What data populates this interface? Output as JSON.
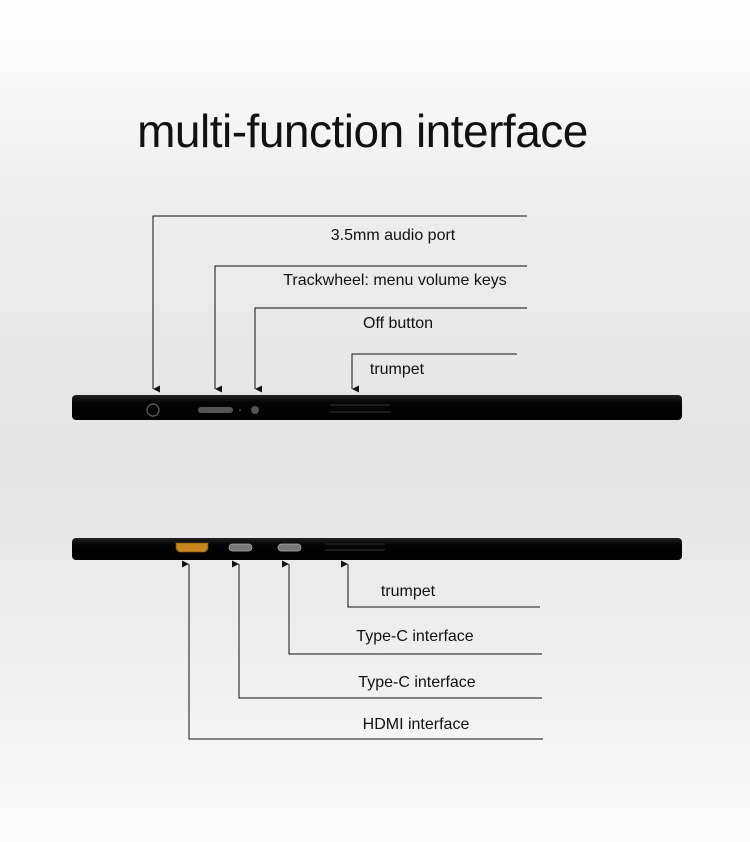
{
  "title": "multi-function interface",
  "top_side_labels": [
    "3.5mm audio port",
    "Trackwheel: menu volume keys",
    "Off button",
    "trumpet"
  ],
  "bottom_side_labels": [
    "trumpet",
    "Type-C interface",
    "Type-C interface",
    "HDMI interface"
  ],
  "colors": {
    "device": "#050505",
    "hdmi": "#c8871c",
    "line": "#111111"
  }
}
